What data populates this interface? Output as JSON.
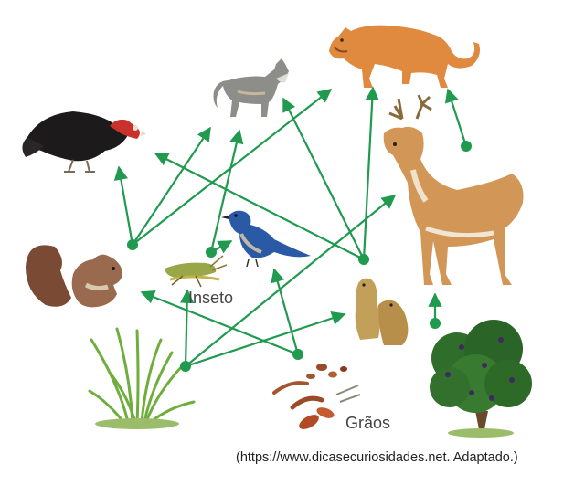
{
  "labels": {
    "inseto": "Inseto",
    "graos": "Grãos"
  },
  "source": "(https://www.dicasecuriosidades.net. Adaptado.)",
  "colors": {
    "arrow": "#1f9a4f"
  },
  "organisms": [
    "vulture",
    "fox",
    "puma",
    "deer",
    "squirrel",
    "insect",
    "bird",
    "prairie-dogs",
    "grass",
    "grains",
    "shrub"
  ]
}
